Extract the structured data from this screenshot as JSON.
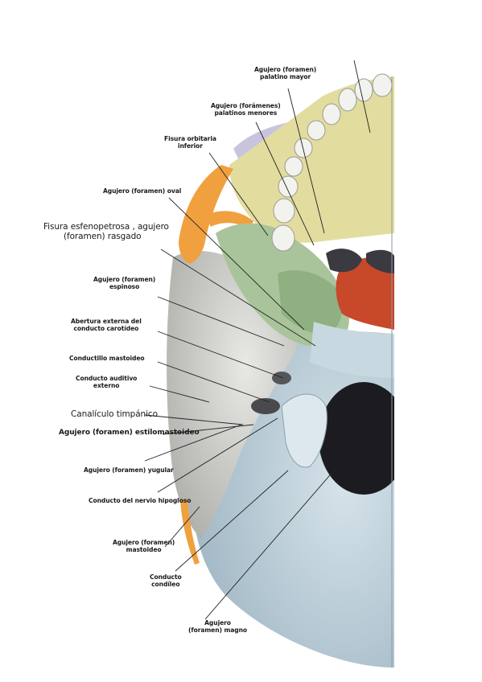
{
  "figure": {
    "labels": {
      "palatino_mayor": [
        "Agujero (foramen)",
        "palatino mayor"
      ],
      "palatinos_menores": [
        "Agujero (forámenes)",
        "palatinos menores"
      ],
      "fisura_orbitaria": [
        "Fisura orbitaria",
        "inferior"
      ],
      "oval": "Agujero (foramen) oval",
      "esfenopetrosa": [
        "Fisura esfenopetrosa , agujero",
        "(foramen) rasgado"
      ],
      "espinoso": [
        "Agujero (foramen)",
        "espinoso"
      ],
      "carotideo": [
        "Abertura externa del",
        "conducto carotídeo"
      ],
      "mastoideo_conductillo": "Conductillo mastoideo",
      "auditivo": [
        "Conducto auditivo",
        "externo"
      ],
      "timpanico": "Canalículo timpánico",
      "estilomastoideo": "Agujero (foramen) estilomastoideo",
      "yugular": "Agujero (foramen) yugular",
      "hipogloso": "Conducto del nervio hipogloso",
      "mastoideo_agujero": [
        "Agujero (foramen)",
        "mastoideo"
      ],
      "condileo": [
        "Conducto",
        "condíleo"
      ],
      "magno": [
        "Agujero",
        "(foramen) magno"
      ]
    },
    "colors": {
      "maxilla": "#e2dd9e",
      "palatine": "#c9c4de",
      "sphenoid_green": "#a9c49a",
      "zygomatic_orange": "#f0a03e",
      "vomer_red": "#c8482a",
      "temporal_gray": "#d4d4d0",
      "occipital_blue": "#bfd2dc",
      "teeth": "#f2f2ee",
      "foramen_magnum": "#1c1c20",
      "leader_line": "#222222"
    }
  }
}
